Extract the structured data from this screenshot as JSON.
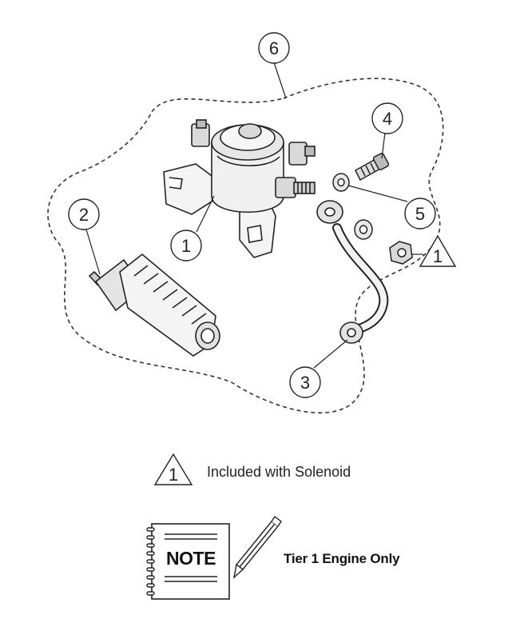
{
  "callouts": {
    "c1": "1",
    "c2": "2",
    "c3": "3",
    "c4": "4",
    "c5": "5",
    "c6": "6",
    "c1b": "1"
  },
  "legend": {
    "symbol_number": "1",
    "text": "Included with Solenoid"
  },
  "note": {
    "badge": "NOTE",
    "caption": "Tier 1 Engine Only"
  }
}
